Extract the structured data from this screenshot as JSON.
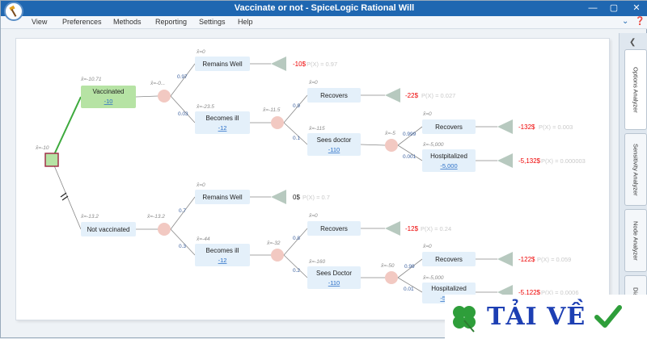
{
  "window": {
    "title": "Vaccinate or not - SpiceLogic Rational Will"
  },
  "menu": [
    "View",
    "Preferences",
    "Methods",
    "Reporting",
    "Settings",
    "Help"
  ],
  "side_tabs": [
    "Options Analyzer",
    "Sensitivity Analyzer",
    "Node Analyzer",
    "Diagram Na"
  ],
  "tree": {
    "root": {
      "xval": "x̄=-10"
    },
    "vaccinated": {
      "label": "Vaccinated",
      "value": "-10",
      "xval": "x̄=-10.71",
      "chance_xval": "x̄=-0...",
      "remains_well": {
        "label": "Remains Well",
        "xval": "x̄=0",
        "prob": "0.97",
        "payoff": "-10$",
        "px": "P(X) = 0.97"
      },
      "becomes_ill": {
        "label": "Becomes ill",
        "value": "-12",
        "xval": "x̄=-23.5",
        "prob": "0.03",
        "chance_xval": "x̄=-11.5",
        "recovers": {
          "label": "Recovers",
          "xval": "x̄=0",
          "prob": "0.9",
          "payoff": "-22$",
          "px": "P(X) = 0.027"
        },
        "sees_doctor": {
          "label": "Sees doctor",
          "value": "-110",
          "xval": "x̄=-115",
          "prob": "0.1",
          "chance_xval": "x̄=-5",
          "recovers": {
            "label": "Recovers",
            "xval": "x̄=0",
            "prob": "0.999",
            "payoff": "-132$",
            "px": "P(X) = 0.003"
          },
          "hospitalized": {
            "label": "Hostpitalized",
            "value": "-5,000",
            "xval": "x̄=-5,000",
            "prob": "0.001",
            "payoff": "-5,132$",
            "px": "P(X) = 0.000003"
          }
        }
      }
    },
    "not_vaccinated": {
      "label": "Not vaccinated",
      "xval": "x̄=-13.2",
      "chance_xval": "x̄=-13.2",
      "remains_well": {
        "label": "Remains Well",
        "xval": "x̄=0",
        "prob": "0.7",
        "payoff": "0$",
        "px": "P(X) = 0.7"
      },
      "becomes_ill": {
        "label": "Becomes ill",
        "value": "-12",
        "xval": "x̄=-44",
        "prob": "0.3",
        "chance_xval": "x̄=-32",
        "recovers": {
          "label": "Recovers",
          "xval": "x̄=0",
          "prob": "0.8",
          "payoff": "-12$",
          "px": "P(X) = 0.24"
        },
        "sees_doctor": {
          "label": "Sees Doctor",
          "value": "-110",
          "xval": "x̄=-160",
          "prob": "0.2",
          "chance_xval": "x̄=-50",
          "recovers": {
            "label": "Recovers",
            "xval": "x̄=0",
            "prob": "0.99",
            "payoff": "-122$",
            "px": "P(X) = 0.059"
          },
          "hospitalized": {
            "label": "Hospitalized",
            "value": "-5,000",
            "xval": "x̄=-5,000",
            "prob": "0.01",
            "payoff": "-5,122$",
            "px": "P(X) = 0.0006"
          }
        }
      }
    }
  },
  "watermark": {
    "text": "TẢI VỀ"
  },
  "colors": {
    "title_bar": "#1f67b1",
    "selected_node": "#b6e3a4",
    "chance_node": "#f2c9c2",
    "terminal": "#b7c9bf",
    "decision_border": "#a0324a"
  }
}
